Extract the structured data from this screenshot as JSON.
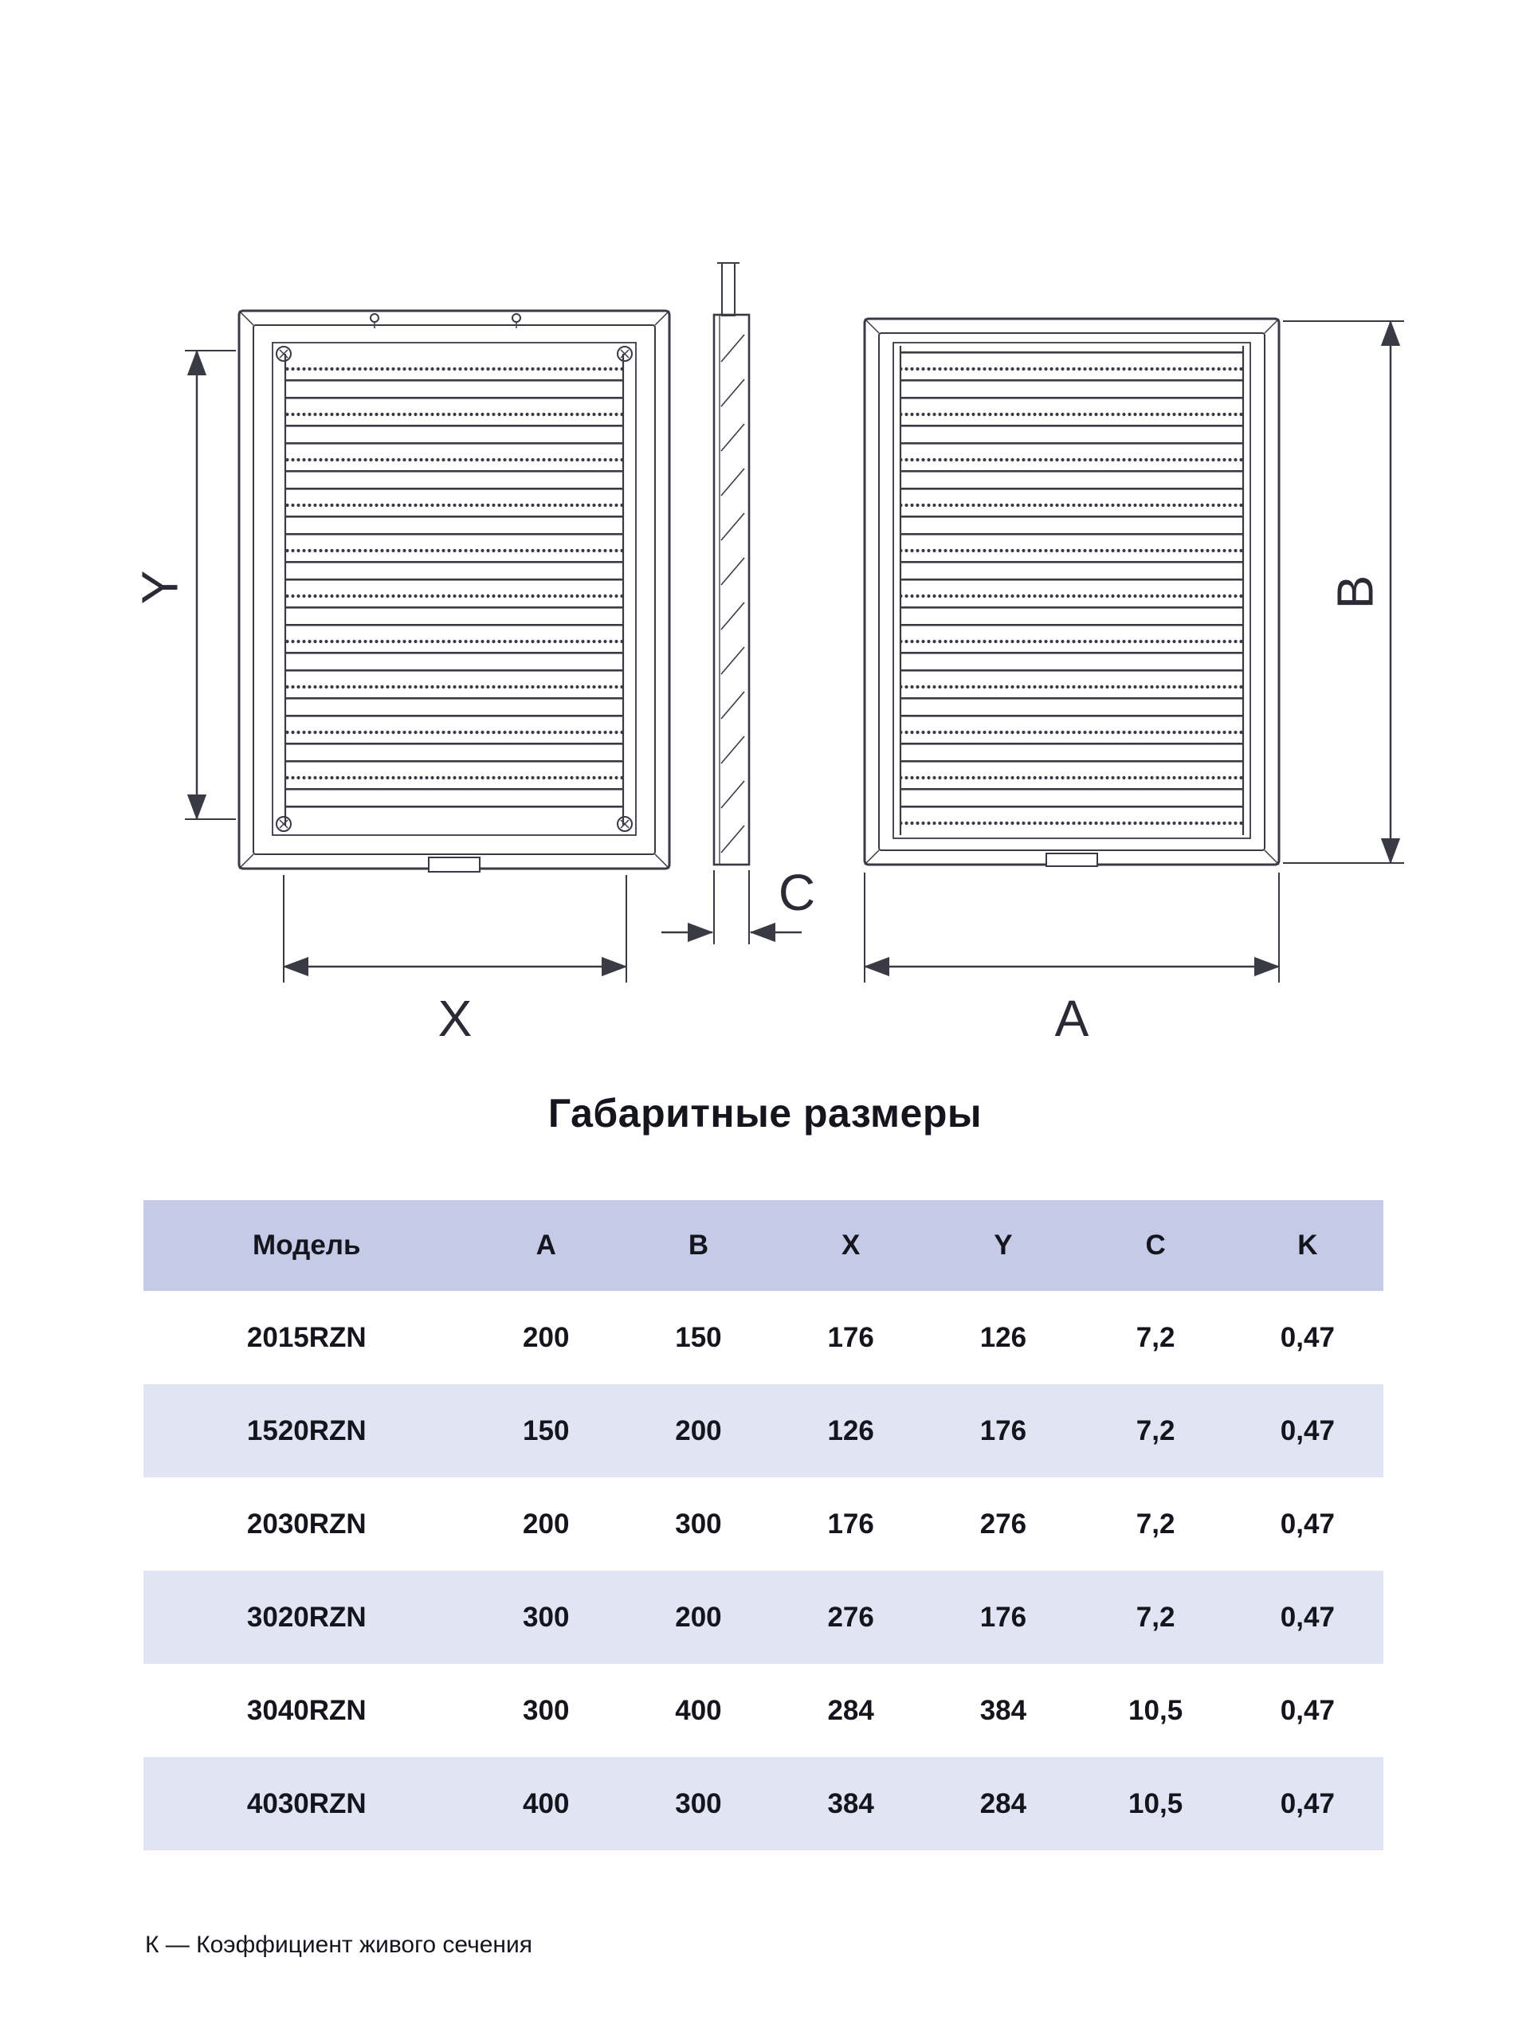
{
  "page": {
    "title": "Габаритные размеры",
    "footnote": "К — Коэффициент живого сечения"
  },
  "diagram": {
    "description": "Three technical views of a louvered ventilation grille with dimension lines",
    "labels": {
      "A": "A",
      "B": "B",
      "X": "X",
      "Y": "Y",
      "C": "C"
    }
  },
  "table": {
    "headers": [
      "Модель",
      "A",
      "B",
      "X",
      "Y",
      "C",
      "K"
    ],
    "rows": [
      [
        "2015RZN",
        "200",
        "150",
        "176",
        "126",
        "7,2",
        "0,47"
      ],
      [
        "1520RZN",
        "150",
        "200",
        "126",
        "176",
        "7,2",
        "0,47"
      ],
      [
        "2030RZN",
        "200",
        "300",
        "176",
        "276",
        "7,2",
        "0,47"
      ],
      [
        "3020RZN",
        "300",
        "200",
        "276",
        "176",
        "7,2",
        "0,47"
      ],
      [
        "3040RZN",
        "300",
        "400",
        "284",
        "384",
        "10,5",
        "0,47"
      ],
      [
        "4030RZN",
        "400",
        "300",
        "384",
        "284",
        "10,5",
        "0,47"
      ]
    ]
  },
  "colors": {
    "line": "#3a3a45",
    "text": "#15151d",
    "header_bg": "#c5cae6",
    "row_alt_bg": "#e1e4f3"
  }
}
